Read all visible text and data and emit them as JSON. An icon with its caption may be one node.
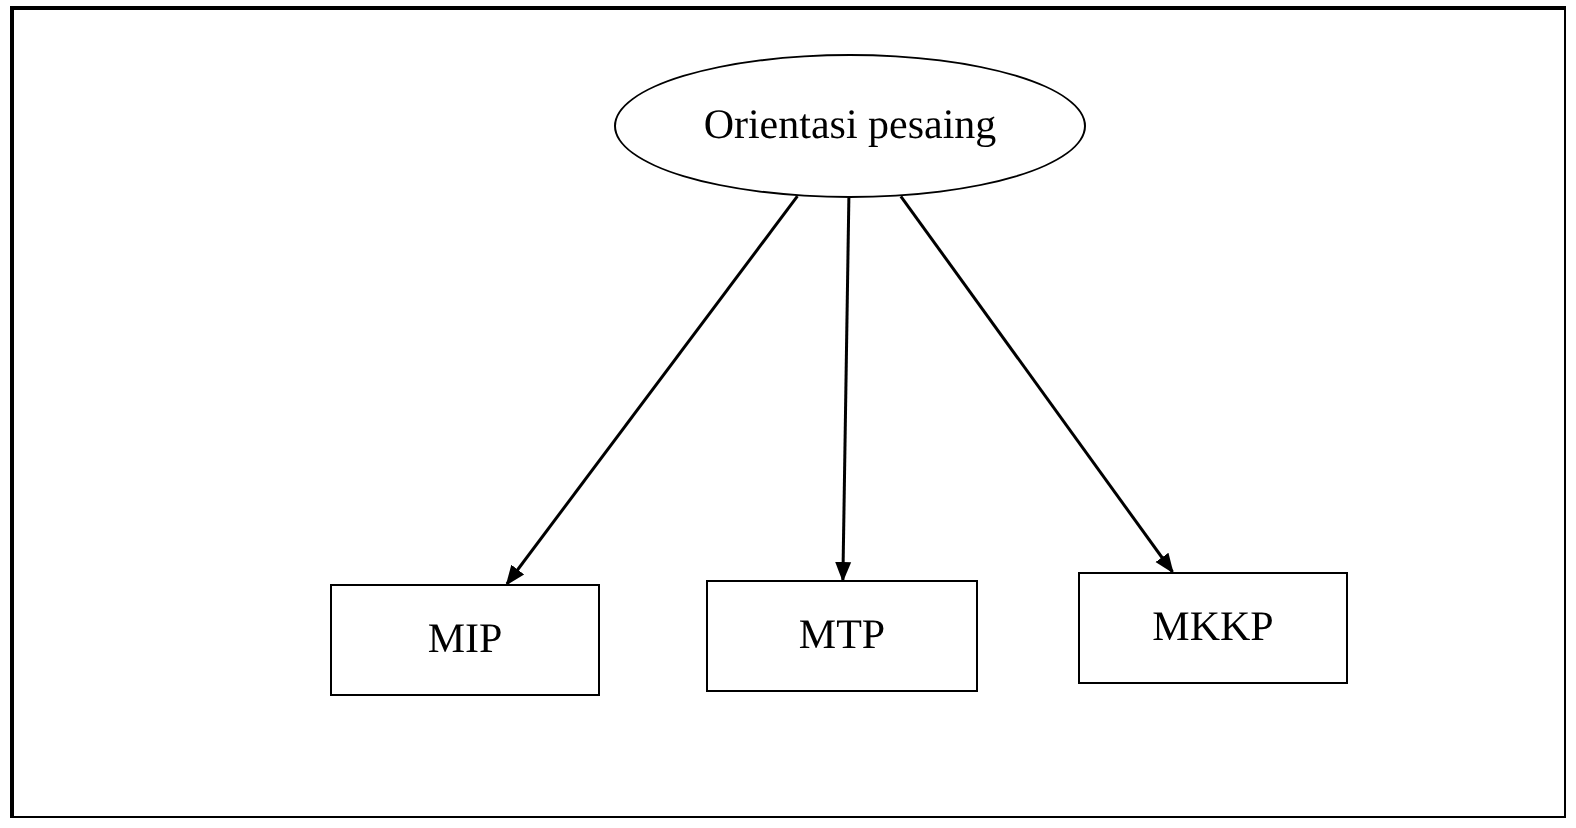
{
  "diagram": {
    "nodes": [
      {
        "text": [
          "Orientasi pesaing"
        ]
      },
      {
        "text": [
          "MIP"
        ]
      },
      {
        "text": [
          "MTP"
        ]
      },
      {
        "text": [
          "MKKP"
        ]
      }
    ],
    "edges": [
      {
        "from": 0,
        "to": 1,
        "arrow": "to"
      },
      {
        "from": 0,
        "to": 2,
        "arrow": "to"
      },
      {
        "from": 0,
        "to": 3,
        "arrow": "to"
      }
    ]
  }
}
